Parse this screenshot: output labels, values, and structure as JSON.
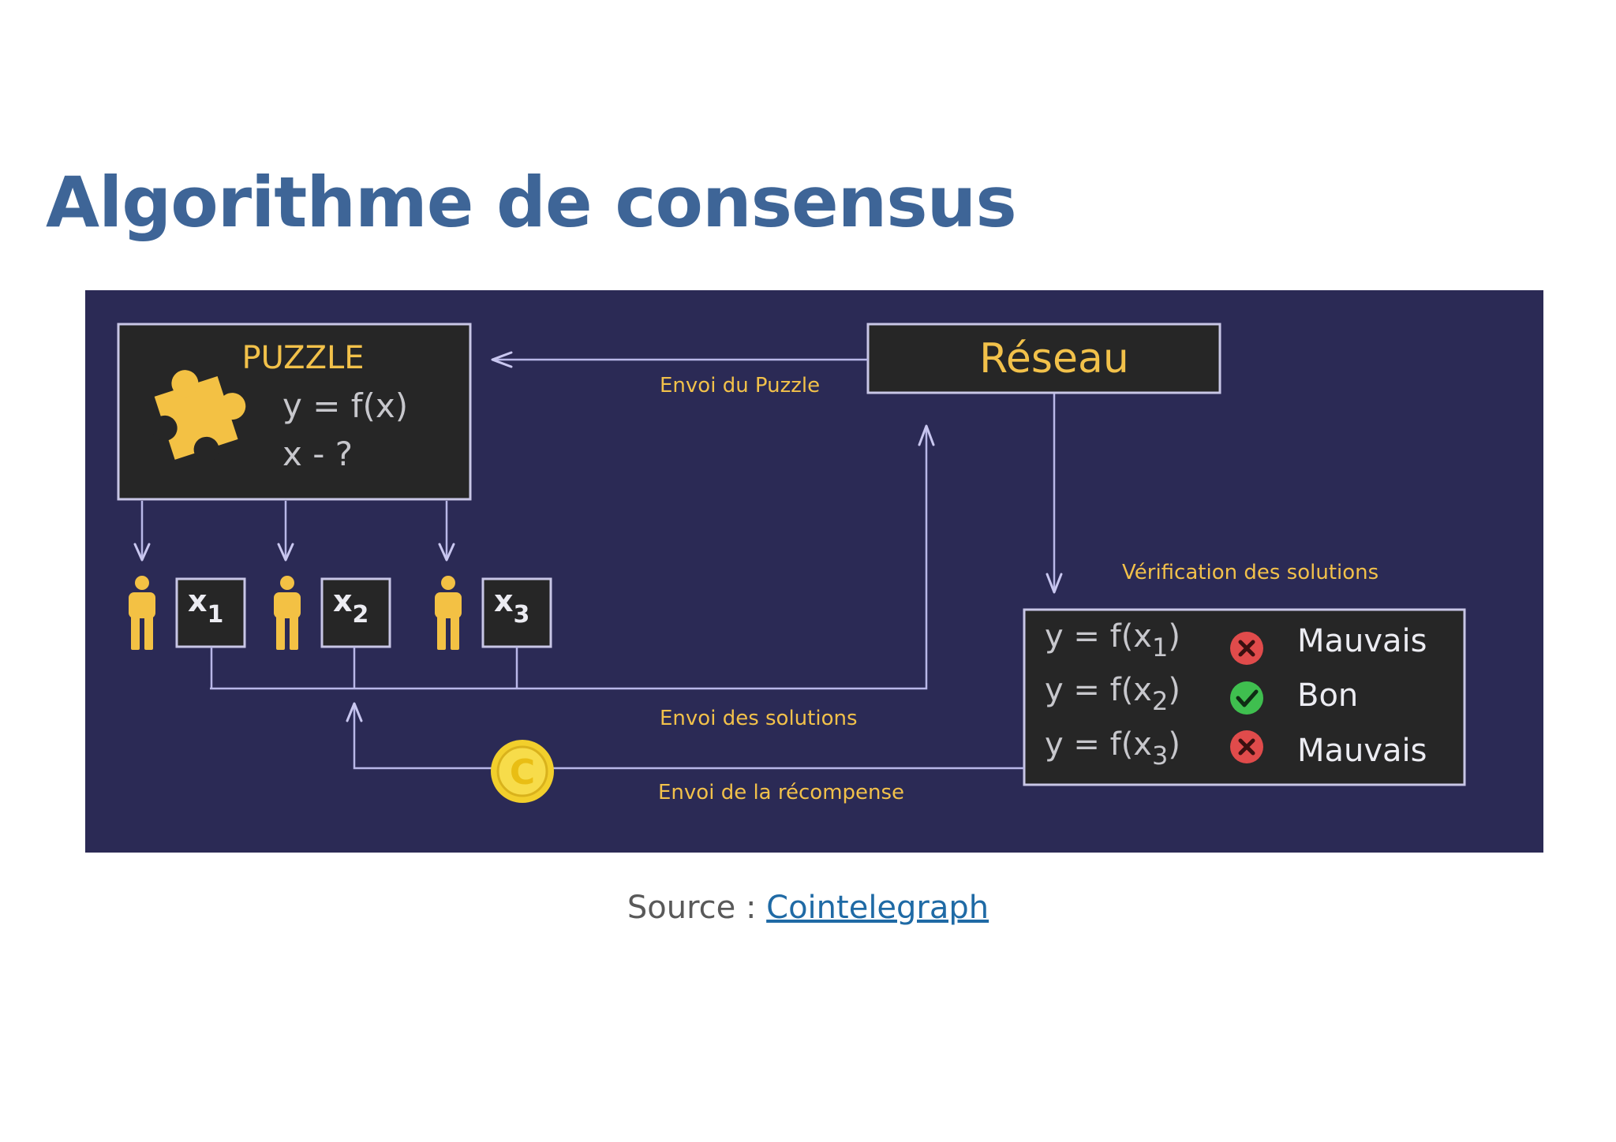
{
  "slide": {
    "title": "Algorithme de consensus"
  },
  "diagram": {
    "puzzle_box": {
      "heading": "PUZZLE",
      "equation": "y = f(x)",
      "unknown": "x - ?"
    },
    "network_box": {
      "label": "Réseau"
    },
    "miners": [
      {
        "var": "x",
        "sub": "1"
      },
      {
        "var": "x",
        "sub": "2"
      },
      {
        "var": "x",
        "sub": "3"
      }
    ],
    "edge_labels": {
      "send_puzzle": "Envoi du Puzzle",
      "send_solutions": "Envoi des solutions",
      "send_reward": "Envoi de la récompense",
      "verification": "Vérification des solutions"
    },
    "verification_rows": [
      {
        "equation_prefix": "y = f(x",
        "sub": "1",
        "equation_suffix": ")",
        "status": "wrong",
        "result": "Mauvais"
      },
      {
        "equation_prefix": "y = f(x",
        "sub": "2",
        "equation_suffix": ")",
        "status": "right",
        "result": "Bon"
      },
      {
        "equation_prefix": "y = f(x",
        "sub": "3",
        "equation_suffix": ")",
        "status": "wrong",
        "result": "Mauvais"
      }
    ],
    "coin_symbol": "C",
    "colors": {
      "background": "#2b2a55",
      "accent": "#f3c144",
      "wrong": "#e04b4b",
      "right": "#3fbf4f"
    }
  },
  "caption": {
    "prefix": "Source : ",
    "link_text": "Cointelegraph"
  }
}
